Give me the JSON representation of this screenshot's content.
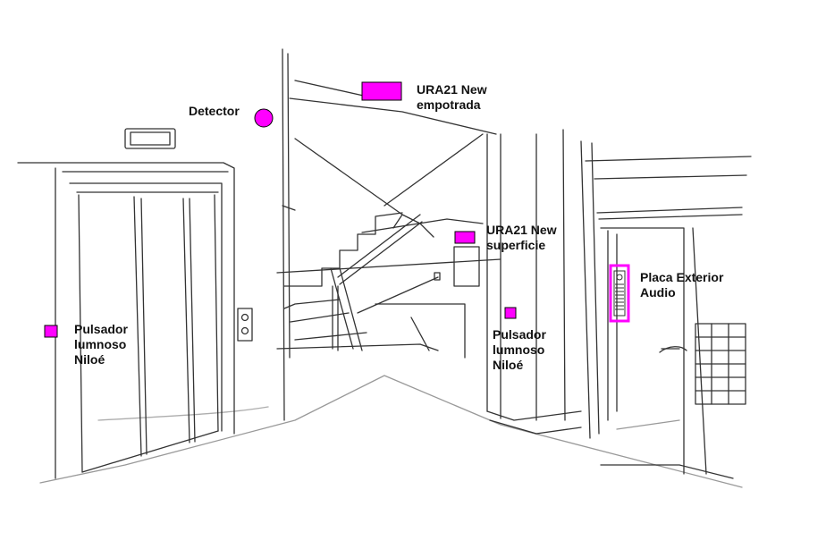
{
  "labels": {
    "detector": "Detector",
    "ura_empotrada": "URA21 New\nempotrada",
    "ura_superficie": "URA21 New\nsuperficie",
    "placa": "Placa Exterior\nAudio",
    "pulsador_left": "Pulsador\nlumnoso\nNiloé",
    "pulsador_center": "Pulsador\nlumnoso\nNiloé"
  },
  "colors": {
    "marker": "#ff00ff",
    "marker_border": "#000000",
    "sketch": "#333333",
    "background": "#ffffff"
  }
}
